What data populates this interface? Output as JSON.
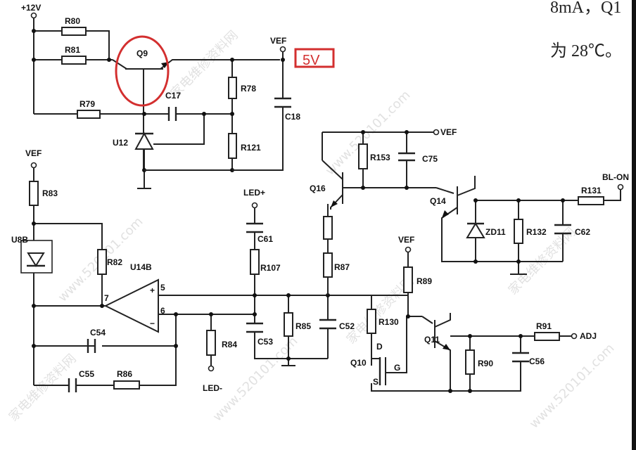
{
  "side_text": {
    "line1": "8mA，Q1",
    "line2": "为 28℃。"
  },
  "highlight": {
    "circle_target": "Q9",
    "box_label": "5V",
    "color": "#d32f2f"
  },
  "labels": {
    "v12": "+12V",
    "vef": "VEF",
    "bl_on": "BL-ON",
    "adj": "ADJ",
    "led_plus": "LED+",
    "led_minus": "LED-",
    "D": "D",
    "G": "G",
    "S": "S",
    "pin5": "5",
    "pin6": "6",
    "pin7": "7",
    "r_dim": "R86"
  },
  "components": {
    "R80": "R80",
    "R81": "R81",
    "R79": "R79",
    "R78": "R78",
    "R121": "R121",
    "Q9": "Q9",
    "C17": "C17",
    "C18": "C18",
    "U12": "U12",
    "R153": "R153",
    "C75": "C75",
    "Q16": "Q16",
    "Q14": "Q14",
    "R131": "R131",
    "ZD11": "ZD11",
    "R132": "R132",
    "C62": "C62",
    "R83": "R83",
    "U8B": "U8B",
    "R82": "R82",
    "U14B": "U14B",
    "C54": "C54",
    "C55": "C55",
    "R86": "R86",
    "R84": "R84",
    "C61": "C61",
    "R107": "R107",
    "C53": "C53",
    "R85": "R85",
    "C52": "C52",
    "R87": "R87",
    "R130": "R130",
    "Q10": "Q10",
    "R89": "R89",
    "Q11": "Q11",
    "R90": "R90",
    "C56": "C56",
    "R91": "R91"
  },
  "watermark": {
    "url": "www.520101.com",
    "cn": "家电维修资料网"
  }
}
